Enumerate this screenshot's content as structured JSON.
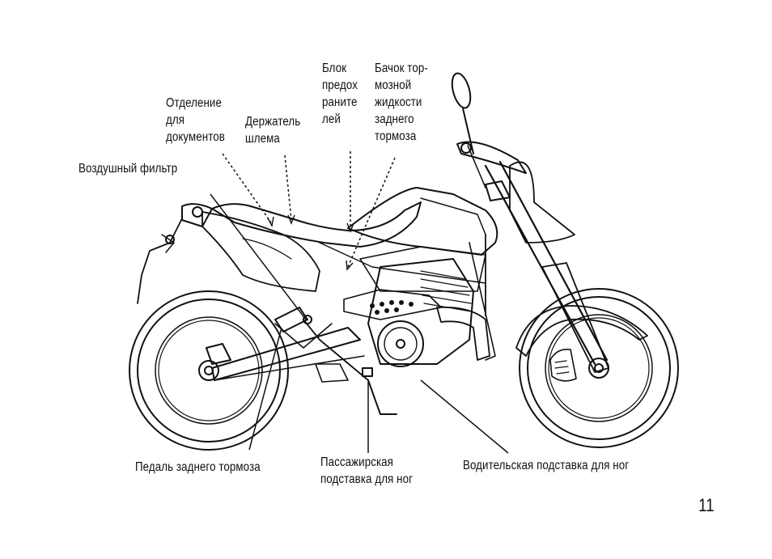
{
  "labels": {
    "battery_compartment": "Блок\nпредох\nраните\nлей",
    "brake_fluid_reservoir": "Бачок тор-\nмозной\nжидкости\nзаднего\nтормоза",
    "document_compartment": "Отделение\nдля\nдокументов",
    "helmet_holder": "Держатель\nшлема",
    "air_filter": "Воздушный фильтр",
    "rear_brake_pedal": "Педаль заднего тормоза",
    "passenger_footpeg": "Пассажирская\nподставка для ног",
    "rider_footpeg": "Водительская подставка для ног"
  },
  "page_number": "11"
}
